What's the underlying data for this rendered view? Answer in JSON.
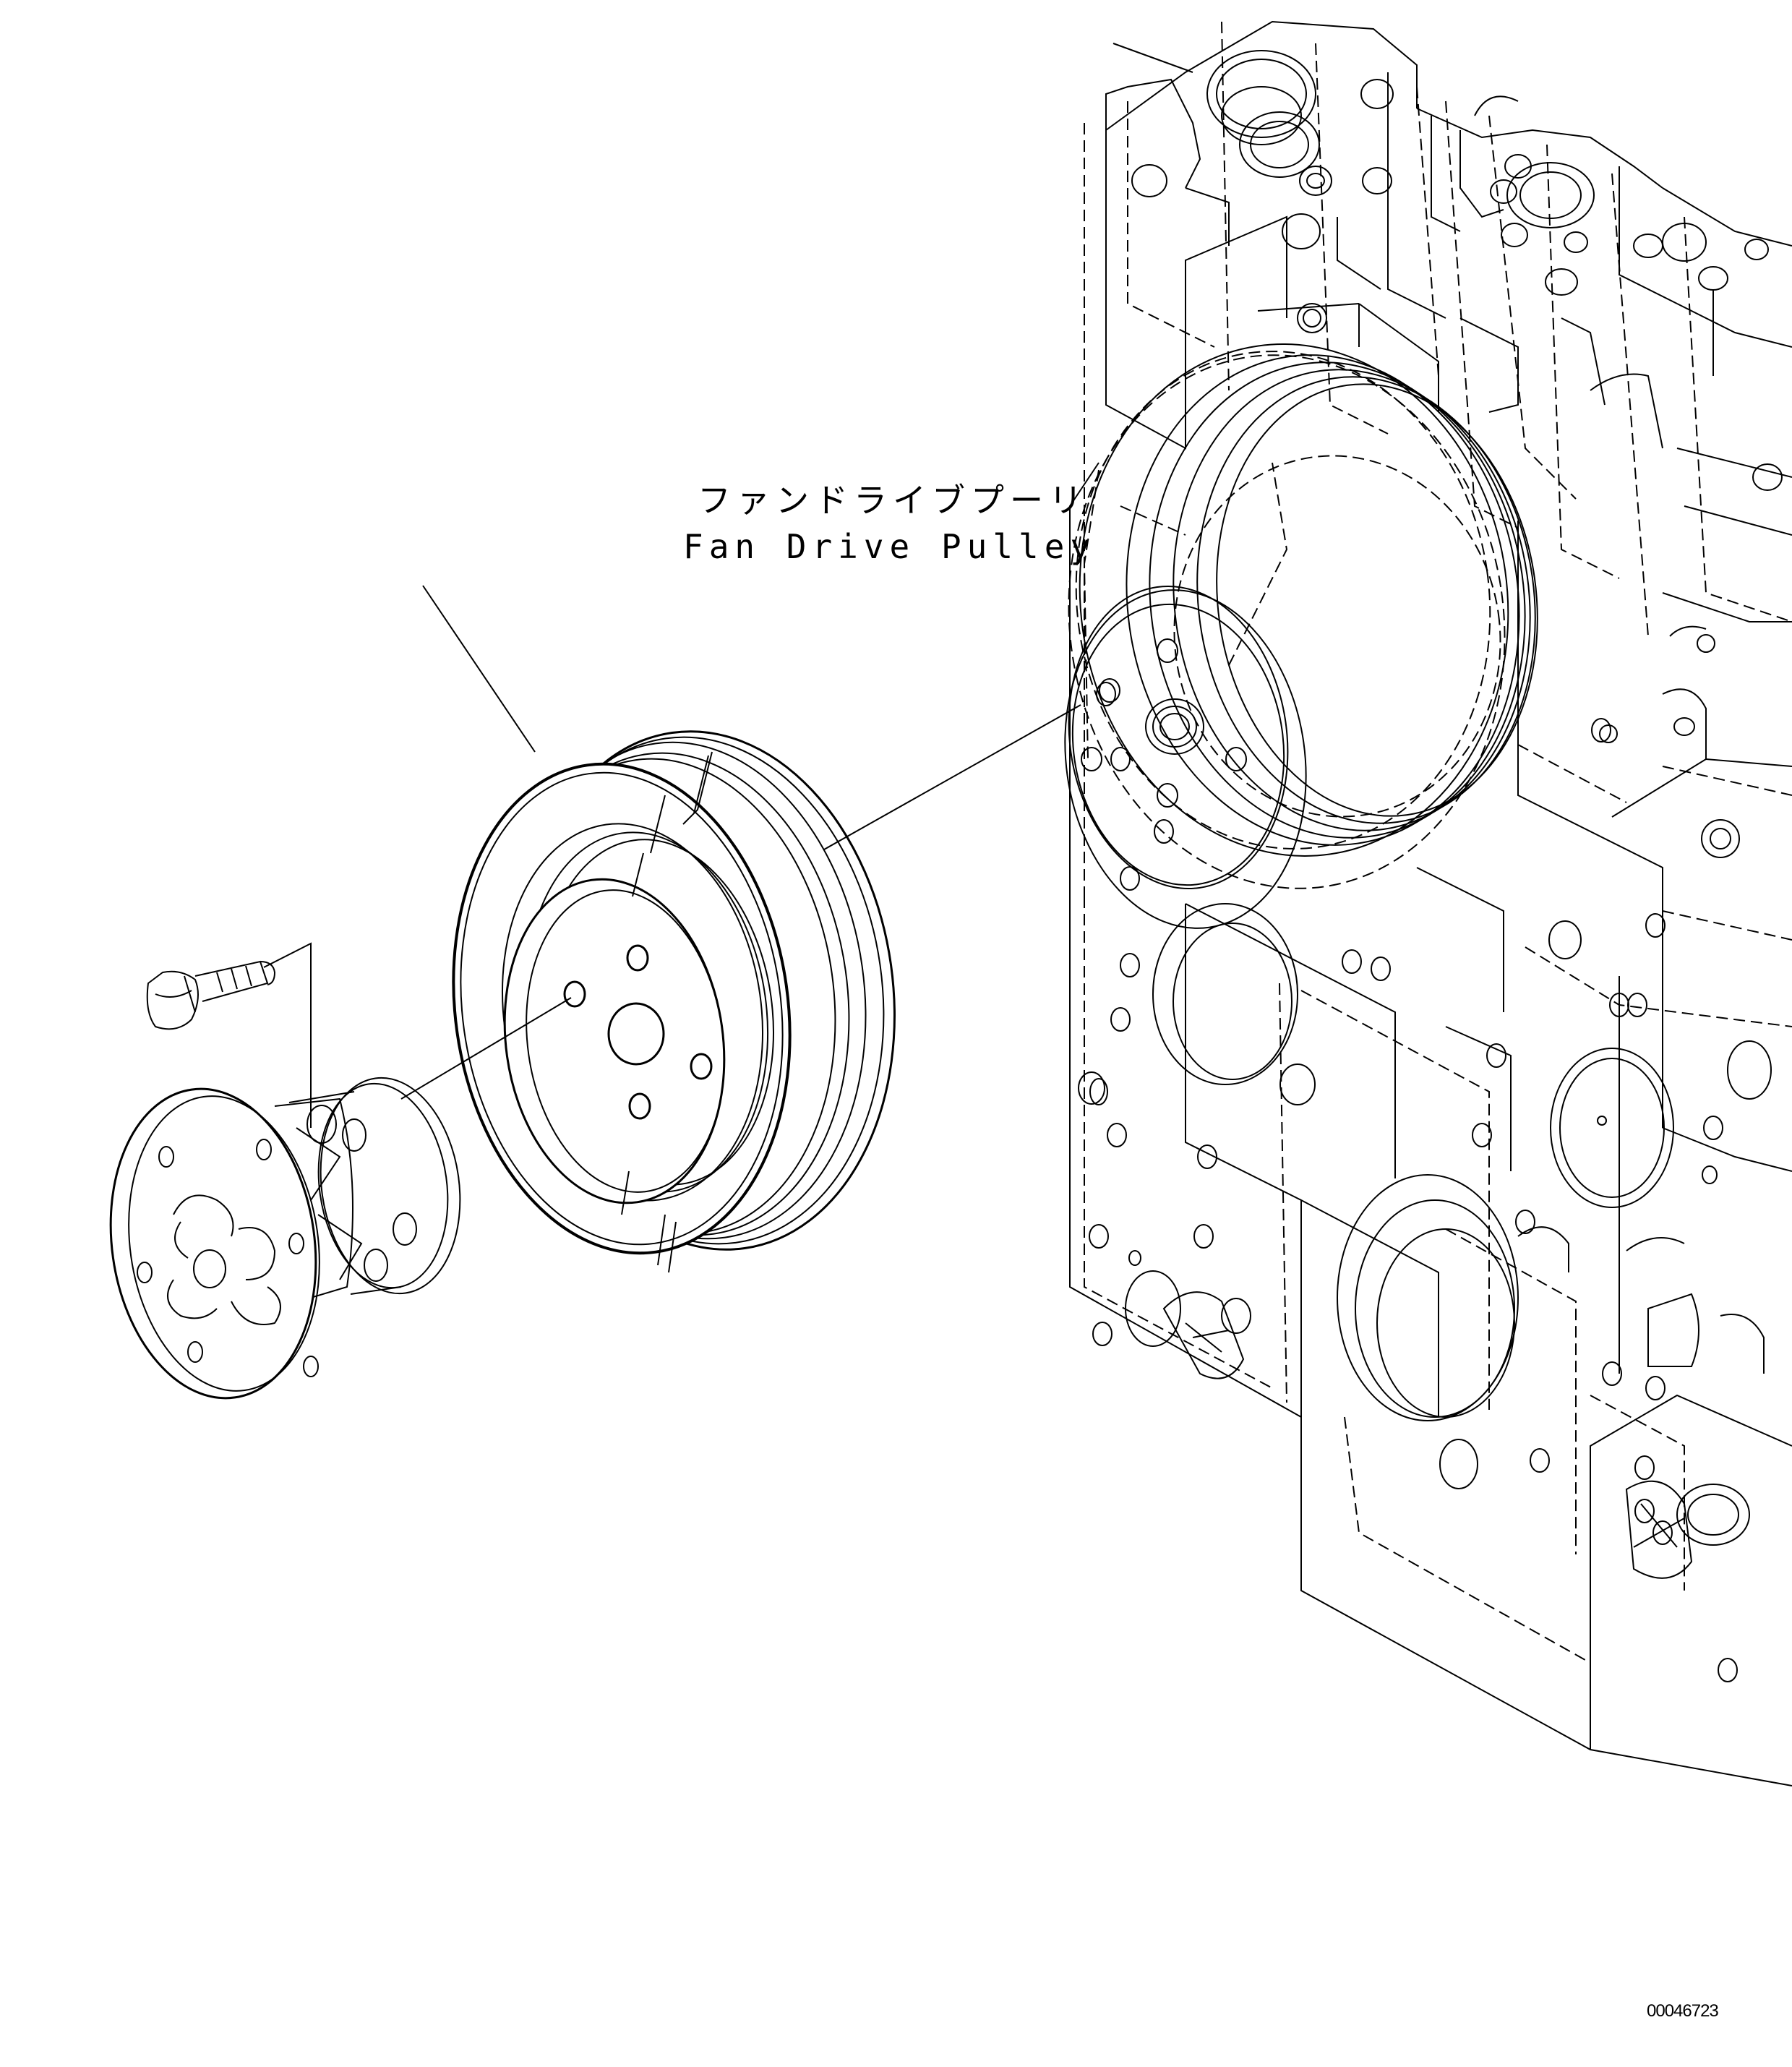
{
  "callout": {
    "label_ja": "ファンドライブプーリ",
    "label_en": "Fan Drive Pulley"
  },
  "drawing": {
    "id": "00046723"
  },
  "parts": {
    "bolt": "bolt",
    "adapter": "fan-adapter-hub",
    "pulley": "fan-drive-pulley",
    "engine": "engine-front-cover"
  }
}
